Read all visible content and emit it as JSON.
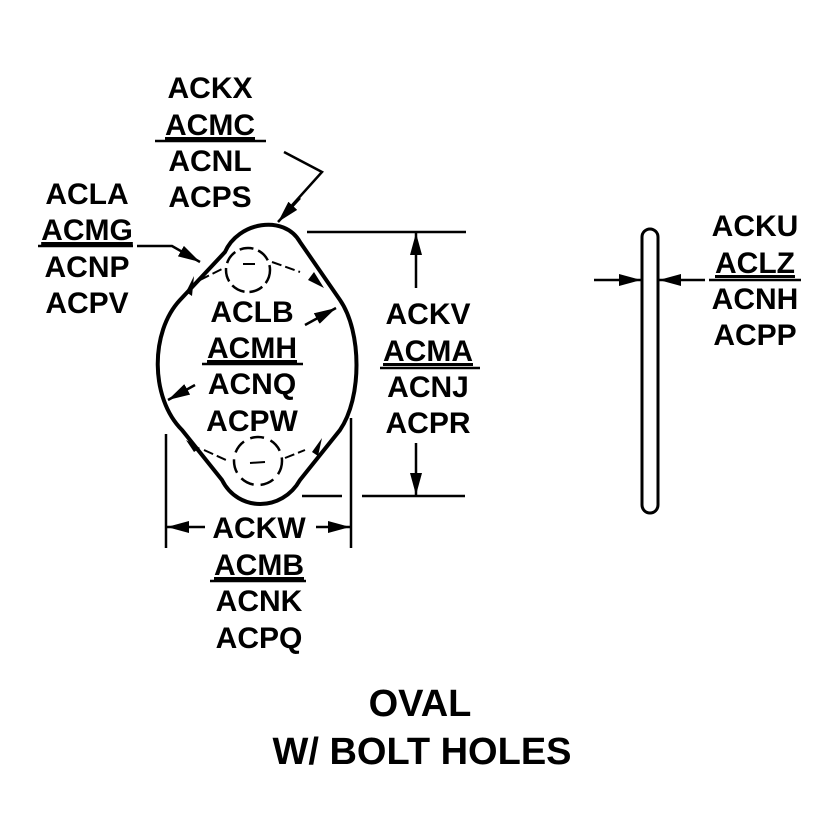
{
  "diagram": {
    "title": {
      "line1": "OVAL",
      "line2": "W/ BOLT HOLES"
    },
    "colors": {
      "ink": "#000000",
      "background": "#ffffff"
    },
    "callouts": {
      "top_edge": [
        "ACKX",
        "ACMC",
        "ACNL",
        "ACPS"
      ],
      "left_hole_offset": [
        "ACLA",
        "ACMG",
        "ACNP",
        "ACPV"
      ],
      "inner_radius": [
        "ACLB",
        "ACMH",
        "ACNQ",
        "ACPW"
      ],
      "overall_height": [
        "ACKV",
        "ACMA",
        "ACNJ",
        "ACPR"
      ],
      "overall_width": [
        "ACKW",
        "ACMB",
        "ACNK",
        "ACPQ"
      ],
      "thickness": [
        "ACKU",
        "ACLZ",
        "ACNH",
        "ACPP"
      ]
    }
  }
}
